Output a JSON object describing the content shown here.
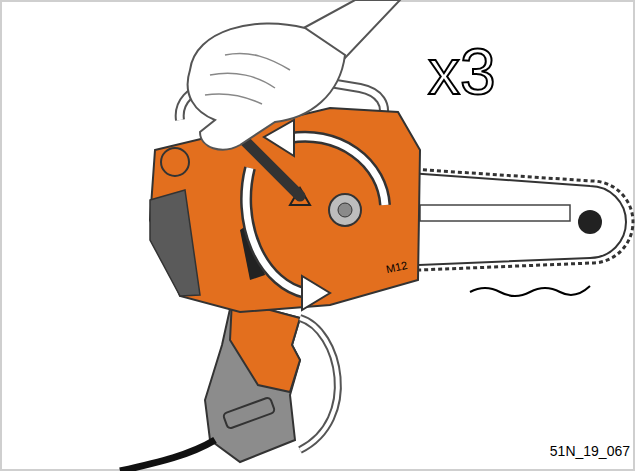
{
  "diagram": {
    "labels": [
      "x3",
      "M12",
      "51N_19_067"
    ]
  }
}
